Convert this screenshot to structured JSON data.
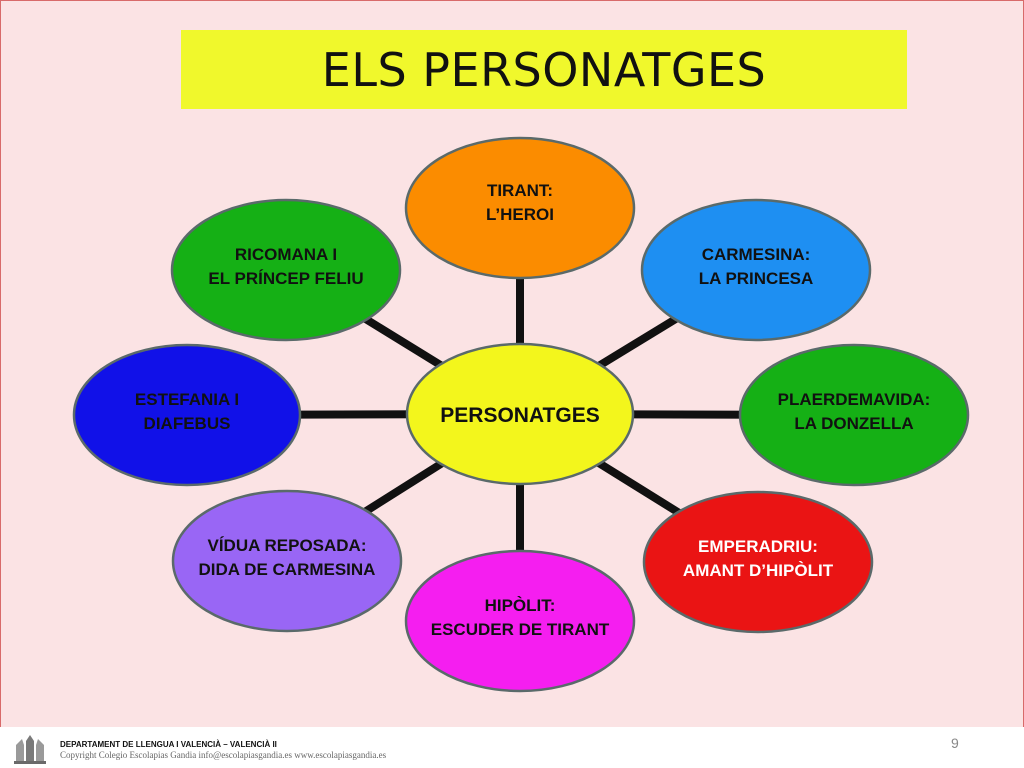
{
  "title": "ELS PERSONATGES",
  "center": {
    "label": "PERSONATGES",
    "fill": "#f3f61c",
    "text_color": "#111111"
  },
  "nodes": [
    {
      "id": "tirant",
      "lines": [
        "TIRANT:",
        "L’HEROI"
      ],
      "fill": "#fb8c00",
      "text_color": "#111111"
    },
    {
      "id": "carmesina",
      "lines": [
        "CARMESINA:",
        "LA PRINCESA"
      ],
      "fill": "#1e8ff2",
      "text_color": "#111111"
    },
    {
      "id": "plaerdemavida",
      "lines": [
        "PLAERDEMAVIDA:",
        "LA DONZELLA"
      ],
      "fill": "#15b015",
      "text_color": "#111111"
    },
    {
      "id": "emperadriu",
      "lines": [
        "EMPERADRIU:",
        "AMANT D’HIPÒLIT"
      ],
      "fill": "#ea1414",
      "text_color": "#ffffff"
    },
    {
      "id": "hipolit",
      "lines": [
        "HIPÒLIT:",
        "ESCUDER DE TIRANT"
      ],
      "fill": "#f51ef0",
      "text_color": "#111111"
    },
    {
      "id": "vidua",
      "lines": [
        "VÍDUA REPOSADA:",
        "DIDA DE CARMESINA"
      ],
      "fill": "#9966f5",
      "text_color": "#111111"
    },
    {
      "id": "estefania",
      "lines": [
        "ESTEFANIA I",
        "DIAFEBUS"
      ],
      "fill": "#1111e8",
      "text_color": "#111111"
    },
    {
      "id": "ricomana",
      "lines": [
        "RICOMANA I",
        "EL PRÍNCEP FELIU"
      ],
      "fill": "#15b015",
      "text_color": "#111111"
    }
  ],
  "footer": {
    "department": "DEPARTAMENT DE LLENGUA I VALENCIÀ – VALENCIÀ II",
    "copyright": "Copyright Colegio Escolapias Gandia  info@escolapiasgandia.es   www.escolapiasgandia.es",
    "page_number": "9"
  },
  "colors": {
    "background": "#fbe3e4",
    "title_band": "#f0f82c",
    "connector": "#111111",
    "outline": "#5a6a6a"
  }
}
